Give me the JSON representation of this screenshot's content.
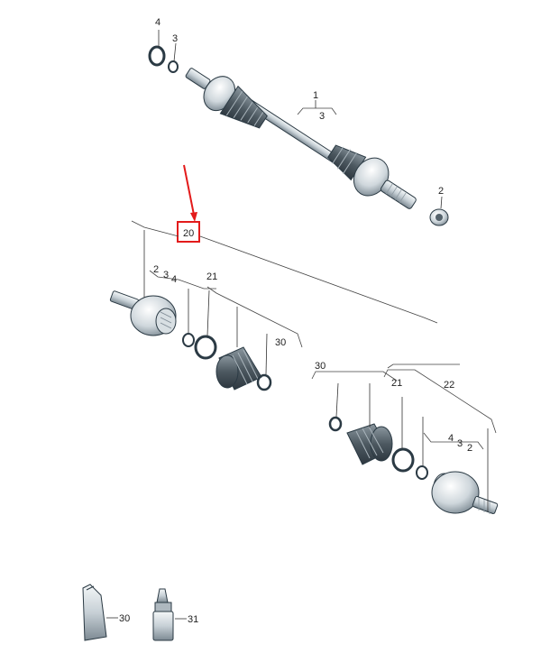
{
  "callouts": {
    "top_4": "4",
    "top_3": "3",
    "shaft_1": "1",
    "shaft_3": "3",
    "nut_2": "2",
    "kit_20": "20",
    "left_2": "2",
    "left_3": "3",
    "left_4": "4",
    "left_21": "21",
    "left_30": "30",
    "right_30": "30",
    "right_21": "21",
    "right_22": "22",
    "right_4": "4",
    "right_3": "3",
    "right_2": "2",
    "grease_30": "30",
    "tube_31": "31"
  },
  "colors": {
    "part_light": "#e9eef1",
    "part_mid": "#c3ccd2",
    "part_dark": "#6f7c85",
    "highlight": "#e31b1b"
  }
}
